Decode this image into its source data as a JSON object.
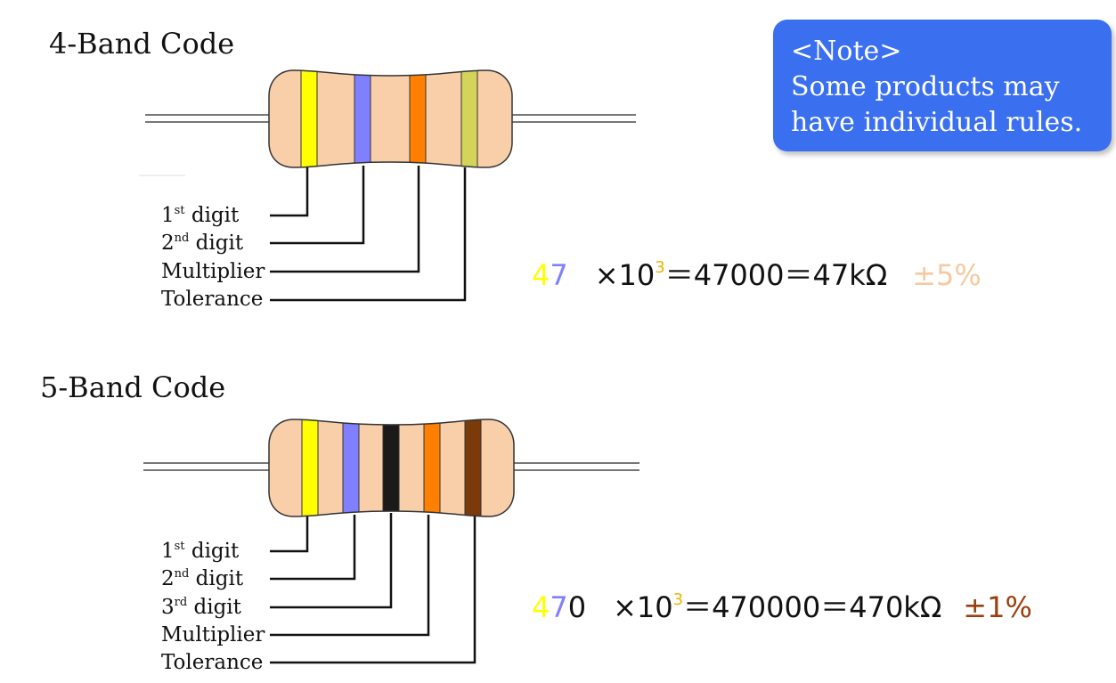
{
  "four_band": {
    "title": "4-Band Code",
    "labels": [
      {
        "base": "1",
        "sup": "st",
        "rest": " digit"
      },
      {
        "base": "2",
        "sup": "nd",
        "rest": " digit"
      },
      {
        "base": "Multiplier",
        "sup": "",
        "rest": ""
      },
      {
        "base": "Tolerance",
        "sup": "",
        "rest": ""
      }
    ],
    "bands": [
      {
        "name": "band-1st-digit",
        "color": "#ffff00"
      },
      {
        "name": "band-2nd-digit",
        "color": "#8080ff"
      },
      {
        "name": "band-multiplier",
        "color": "#ff7f00"
      },
      {
        "name": "band-tolerance",
        "color": "#d4d45a"
      }
    ],
    "formula": {
      "digit1": "4",
      "digit1_color": "#ffff00",
      "digit2": "7",
      "digit2_color": "#8080ff",
      "times": "×10",
      "exponent": "3",
      "rest": "＝47000＝47kΩ",
      "tolerance": "±5%",
      "tolerance_color": "#f6c9a0"
    }
  },
  "five_band": {
    "title": "5-Band Code",
    "labels": [
      {
        "base": "1",
        "sup": "st",
        "rest": " digit"
      },
      {
        "base": "2",
        "sup": "nd",
        "rest": " digit"
      },
      {
        "base": "3",
        "sup": "rd",
        "rest": " digit"
      },
      {
        "base": "Multiplier",
        "sup": "",
        "rest": ""
      },
      {
        "base": "Tolerance",
        "sup": "",
        "rest": ""
      }
    ],
    "bands": [
      {
        "name": "band-1st-digit",
        "color": "#ffff00"
      },
      {
        "name": "band-2nd-digit",
        "color": "#8080ff"
      },
      {
        "name": "band-3rd-digit",
        "color": "#1a1a1a"
      },
      {
        "name": "band-multiplier",
        "color": "#ff7f00"
      },
      {
        "name": "band-tolerance",
        "color": "#7a3a0a"
      }
    ],
    "formula": {
      "digit1": "4",
      "digit1_color": "#ffff00",
      "digit2": "7",
      "digit2_color": "#8080ff",
      "digit3": "0",
      "digit3_color": "#111111",
      "times": "×10",
      "exponent": "3",
      "rest": "＝470000＝470kΩ",
      "tolerance": "±1%",
      "tolerance_color": "#9a3e10"
    }
  },
  "note": {
    "heading": "<Note>",
    "line1": "Some products may",
    "line2": "have individual rules."
  },
  "colors": {
    "resistor_body": "#f9cfaa",
    "note_background": "#3a6ff0"
  }
}
